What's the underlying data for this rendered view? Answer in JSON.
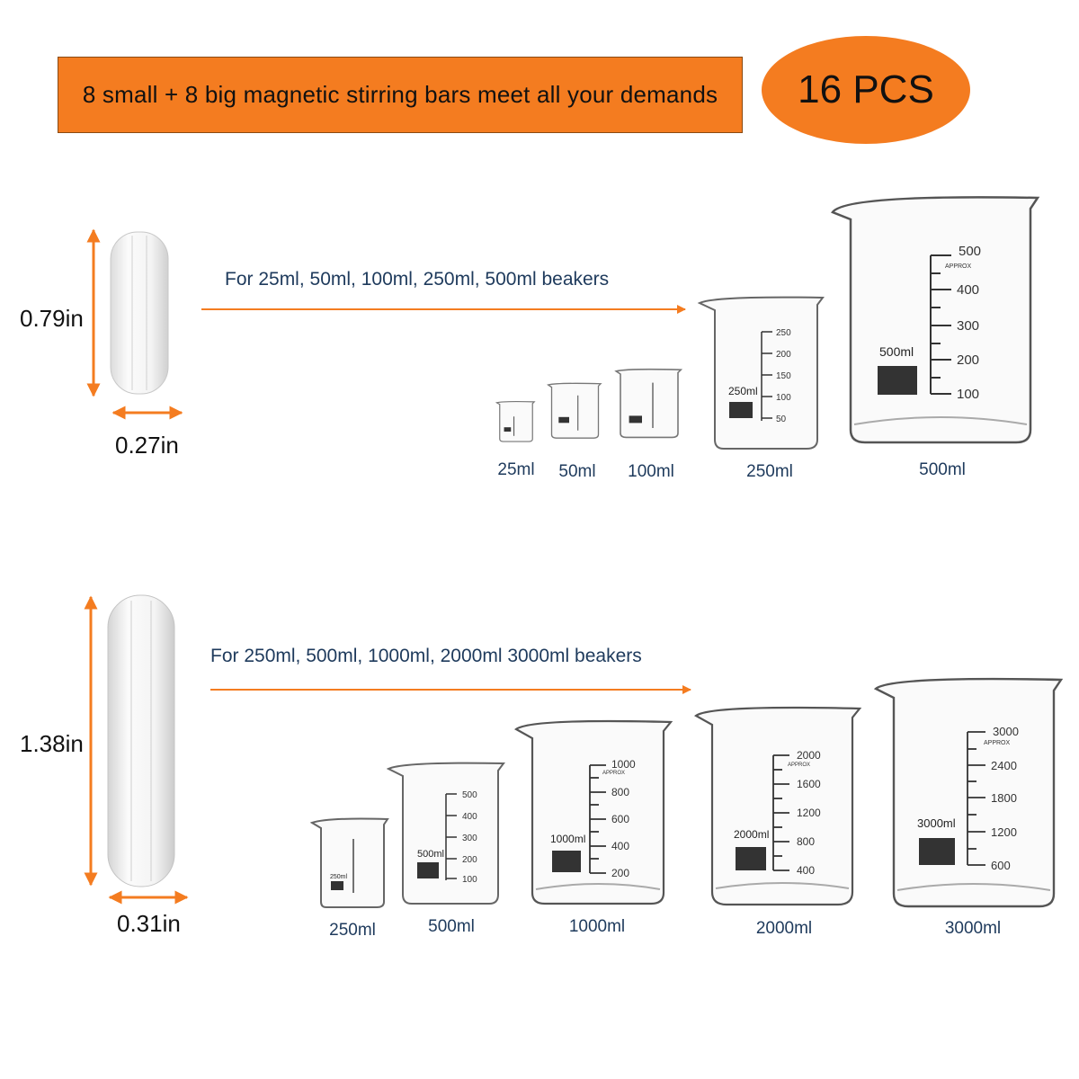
{
  "banner": {
    "text": "8 small + 8 big magnetic stirring bars meet all your demands"
  },
  "badge": {
    "text": "16 PCS"
  },
  "colors": {
    "accent": "#f47c20",
    "caption": "#1e3a5c"
  },
  "small_section": {
    "length_label": "0.79in",
    "width_label": "0.27in",
    "caption": "For 25ml, 50ml, 100ml, 250ml, 500ml beakers",
    "beakers": [
      {
        "label": "25ml"
      },
      {
        "label": "50ml"
      },
      {
        "label": "100ml"
      },
      {
        "label": "250ml",
        "marking": "250ml",
        "ticks": [
          "250",
          "200",
          "150",
          "100",
          "50"
        ]
      },
      {
        "label": "500ml",
        "marking": "500ml",
        "approx": "APPROX",
        "ticks": [
          "500",
          "400",
          "300",
          "200",
          "100"
        ]
      }
    ]
  },
  "big_section": {
    "length_label": "1.38in",
    "width_label": "0.31in",
    "caption": "For 250ml, 500ml, 1000ml, 2000ml 3000ml beakers",
    "beakers": [
      {
        "label": "250ml",
        "marking": "250ml"
      },
      {
        "label": "500ml",
        "marking": "500ml",
        "ticks": [
          "500",
          "400",
          "300",
          "200",
          "100"
        ]
      },
      {
        "label": "1000ml",
        "marking": "1000ml",
        "approx": "APPROX",
        "ticks": [
          "1000",
          "800",
          "600",
          "400",
          "200"
        ]
      },
      {
        "label": "2000ml",
        "marking": "2000ml",
        "approx": "APPROX",
        "ticks": [
          "2000",
          "1600",
          "1200",
          "800",
          "400"
        ]
      },
      {
        "label": "3000ml",
        "marking": "3000ml",
        "approx": "APPROX",
        "ticks": [
          "3000",
          "2400",
          "1800",
          "1200",
          "600"
        ]
      }
    ]
  }
}
